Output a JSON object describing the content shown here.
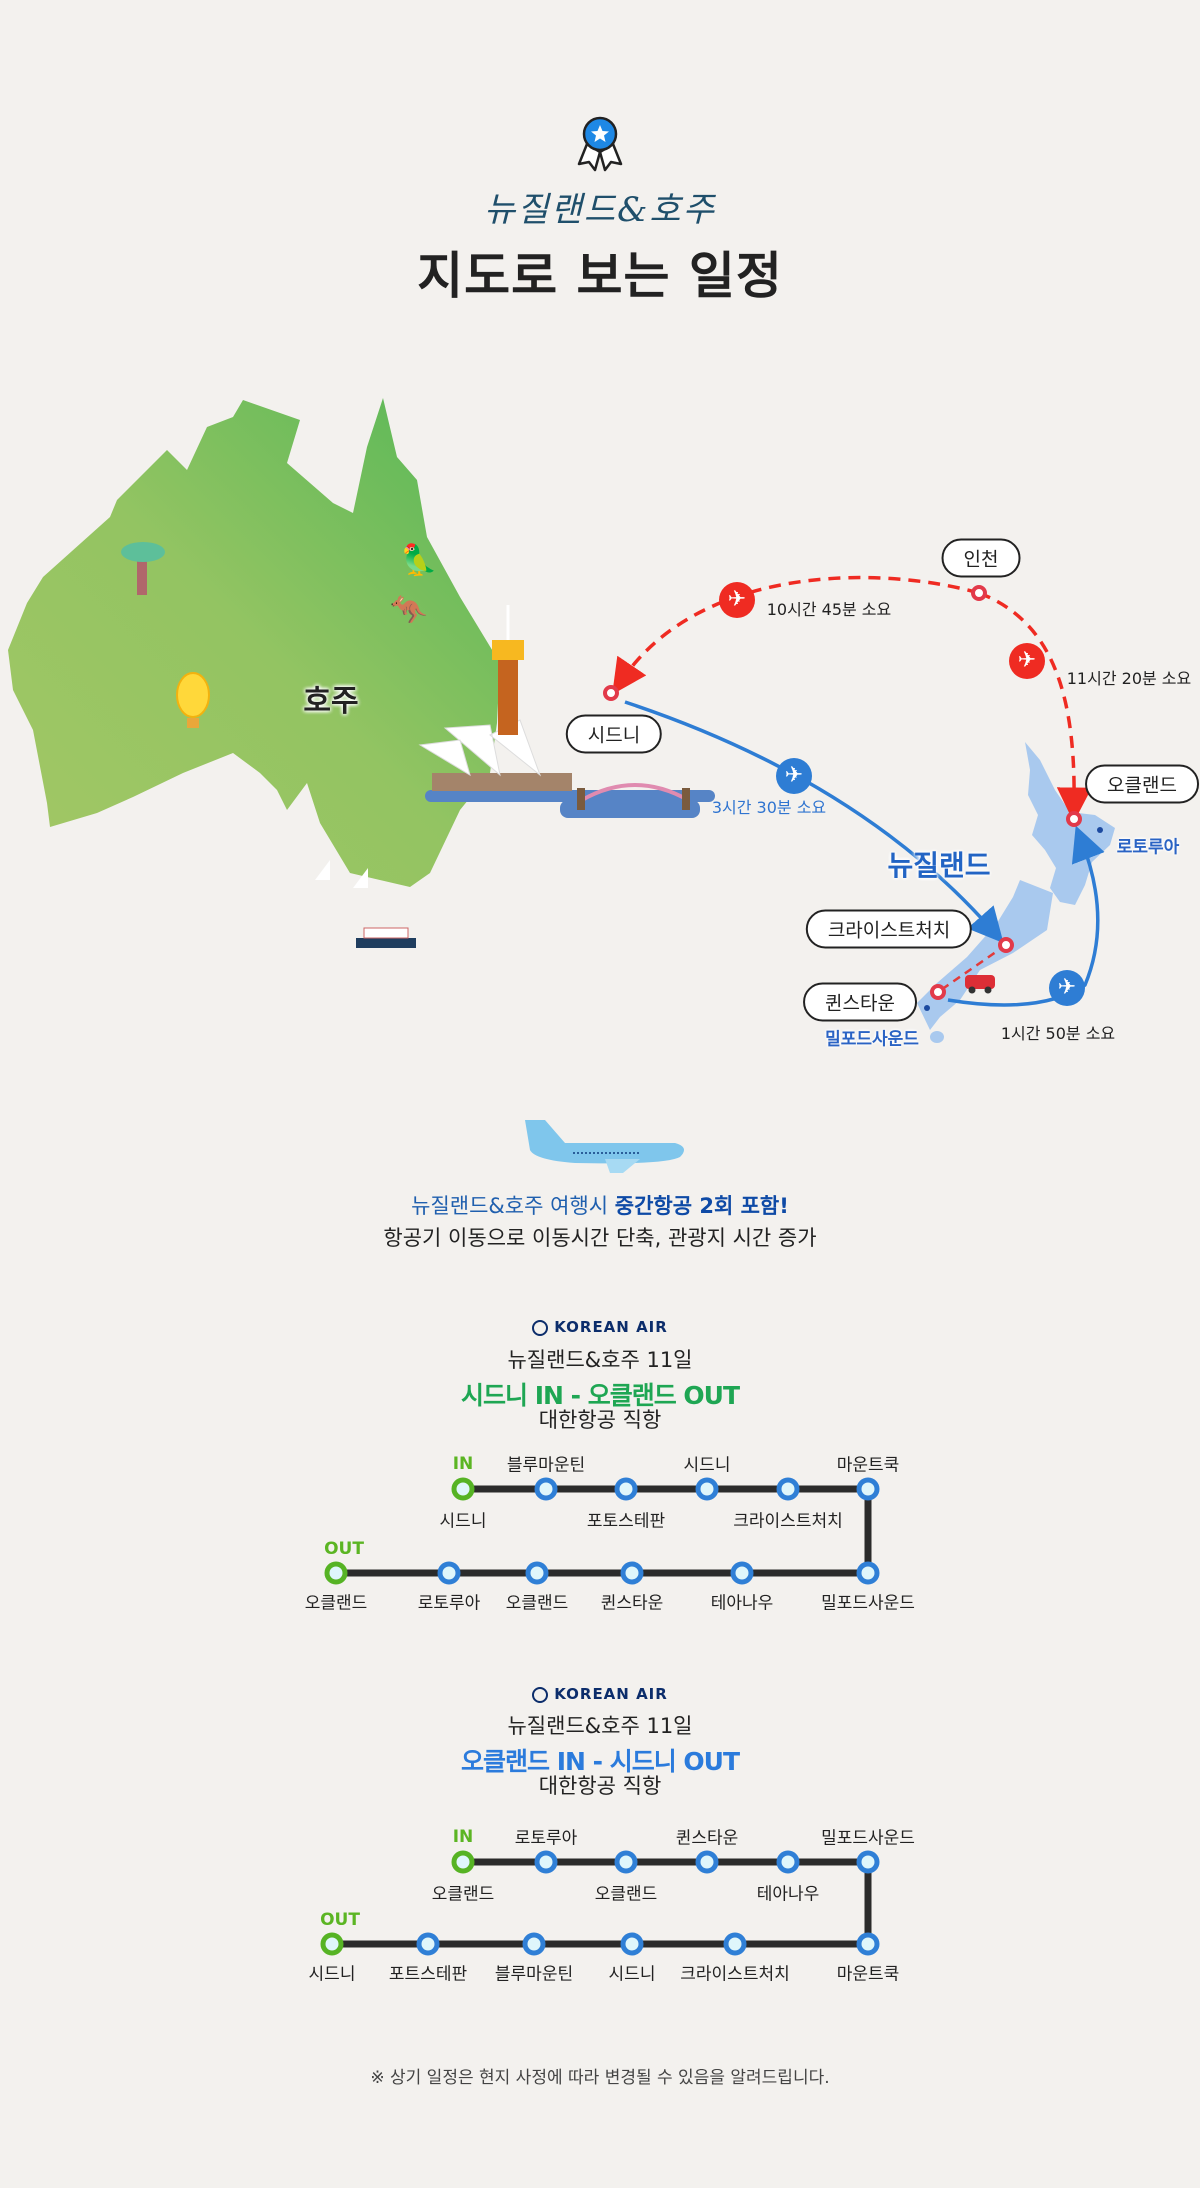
{
  "header": {
    "badge_icon": "award-ribbon-star-icon",
    "script_title": "뉴질랜드&호주",
    "title": "지도로 보는 일정"
  },
  "map": {
    "country_australia": "호주",
    "country_newzealand": "뉴질랜드",
    "cities": {
      "incheon": "인천",
      "sydney": "시드니",
      "auckland": "오클랜드",
      "christchurch": "크라이스트처치",
      "queenstown": "퀸스타운",
      "rotorua": "로토루아",
      "milford": "밀포드사운드"
    },
    "durations": {
      "incheon_sydney": "10시간 45분 소요",
      "incheon_auckland": "11시간 20분 소요",
      "sydney_christchurch": "3시간 30분 소요",
      "queenstown_auckland": "1시간 50분 소요"
    },
    "colors": {
      "international": "#ef2b22",
      "domestic": "#2e7dd4",
      "australia": "#8cc35a",
      "newzealand": "#a9c9ee"
    }
  },
  "info": {
    "line1_prefix": "뉴질랜드&호주 여행시 ",
    "line1_bold": "중간항공 2회 포함!",
    "line2": "항공기 이동으로 이동시간 단축, 관광지 시간 증가"
  },
  "itineraries": [
    {
      "airline": "KOREAN AIR",
      "product": "뉴질랜드&호주 11일",
      "route": "시드니 IN - 오클랜드 OUT",
      "route_color": "#1ea653",
      "flight": "대한항공 직항",
      "in_label": "IN",
      "out_label": "OUT",
      "top_row": [
        "시드니",
        "블루마운틴",
        "포토스테판",
        "시드니",
        "크라이스트처치",
        "마운트쿡"
      ],
      "bottom_row": [
        "오클랜드",
        "로토루아",
        "오클랜드",
        "퀸스타운",
        "테아나우",
        "밀포드사운드"
      ]
    },
    {
      "airline": "KOREAN AIR",
      "product": "뉴질랜드&호주 11일",
      "route": "오클랜드 IN - 시드니 OUT",
      "route_color": "#2b7bdc",
      "flight": "대한항공 직항",
      "in_label": "IN",
      "out_label": "OUT",
      "top_row": [
        "오클랜드",
        "로토루아",
        "오클랜드",
        "퀸스타운",
        "테아나우",
        "밀포드사운드"
      ],
      "bottom_row": [
        "시드니",
        "포트스테판",
        "블루마운틴",
        "시드니",
        "크라이스트처치",
        "마운트쿡"
      ]
    }
  ],
  "footer": "※ 상기 일정은 현지 사정에 따라 변경될 수 있음을 알려드립니다."
}
